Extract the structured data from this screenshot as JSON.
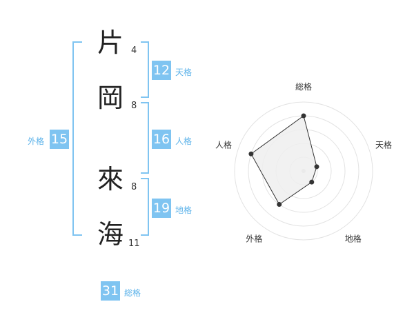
{
  "name": {
    "chars": [
      {
        "char": "片",
        "strokes": "4"
      },
      {
        "char": "岡",
        "strokes": "8"
      },
      {
        "char": "來",
        "strokes": "8"
      },
      {
        "char": "海",
        "strokes": "11"
      }
    ]
  },
  "fortunes": {
    "tenkaku": {
      "value": "12",
      "label": "天格"
    },
    "jinkaku": {
      "value": "16",
      "label": "人格"
    },
    "chikaku": {
      "value": "19",
      "label": "地格"
    },
    "gaikaku": {
      "value": "15",
      "label": "外格"
    },
    "soukaku": {
      "value": "31",
      "label": "総格"
    }
  },
  "chart_data": {
    "type": "radar",
    "axes": [
      "総格",
      "天格",
      "地格",
      "外格",
      "人格"
    ],
    "values": [
      4,
      1,
      1,
      3,
      4
    ],
    "range": [
      0,
      5
    ],
    "rings": 5
  }
}
